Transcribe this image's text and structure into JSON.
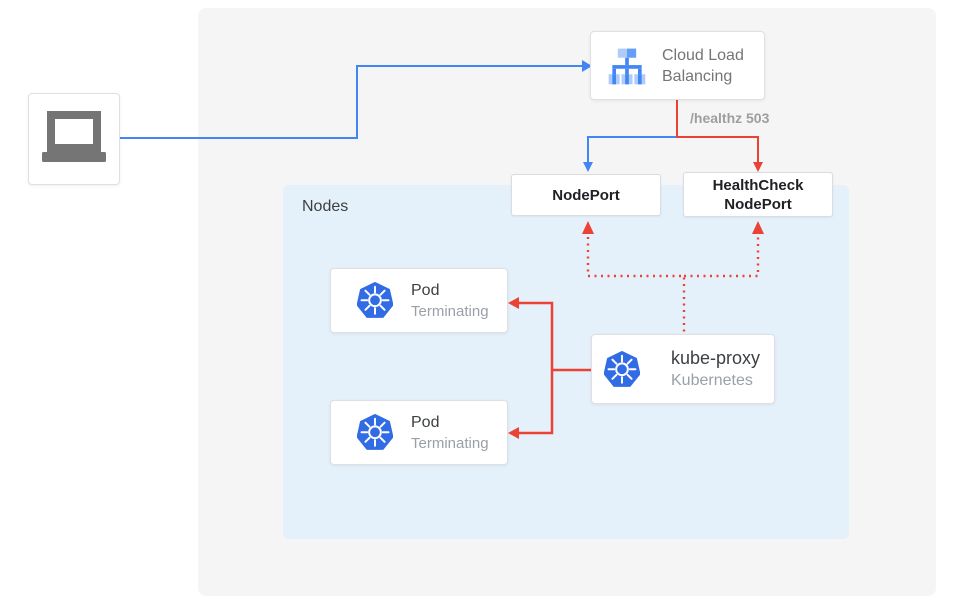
{
  "client": {
    "name": "client-laptop"
  },
  "cloud_load_balancing": {
    "label": "Cloud Load Balancing"
  },
  "health_label": "/healthz 503",
  "nodes_panel": {
    "label": "Nodes"
  },
  "nodeport": {
    "label": "NodePort"
  },
  "healthcheck_nodeport": {
    "label": "HealthCheck NodePort"
  },
  "pods": [
    {
      "title": "Pod",
      "status": "Terminating"
    },
    {
      "title": "Pod",
      "status": "Terminating"
    }
  ],
  "kube_proxy": {
    "title": "kube-proxy",
    "subtitle": "Kubernetes"
  },
  "colors": {
    "traffic_blue": "#4285F4",
    "error_red": "#EA4335",
    "nodes_panel_bg": "#E4F1FB",
    "outer_panel_bg": "#F5F5F5",
    "kubernetes_blue": "#326CE5",
    "laptop_gray": "#757575",
    "muted_text": "#9AA0A6"
  }
}
